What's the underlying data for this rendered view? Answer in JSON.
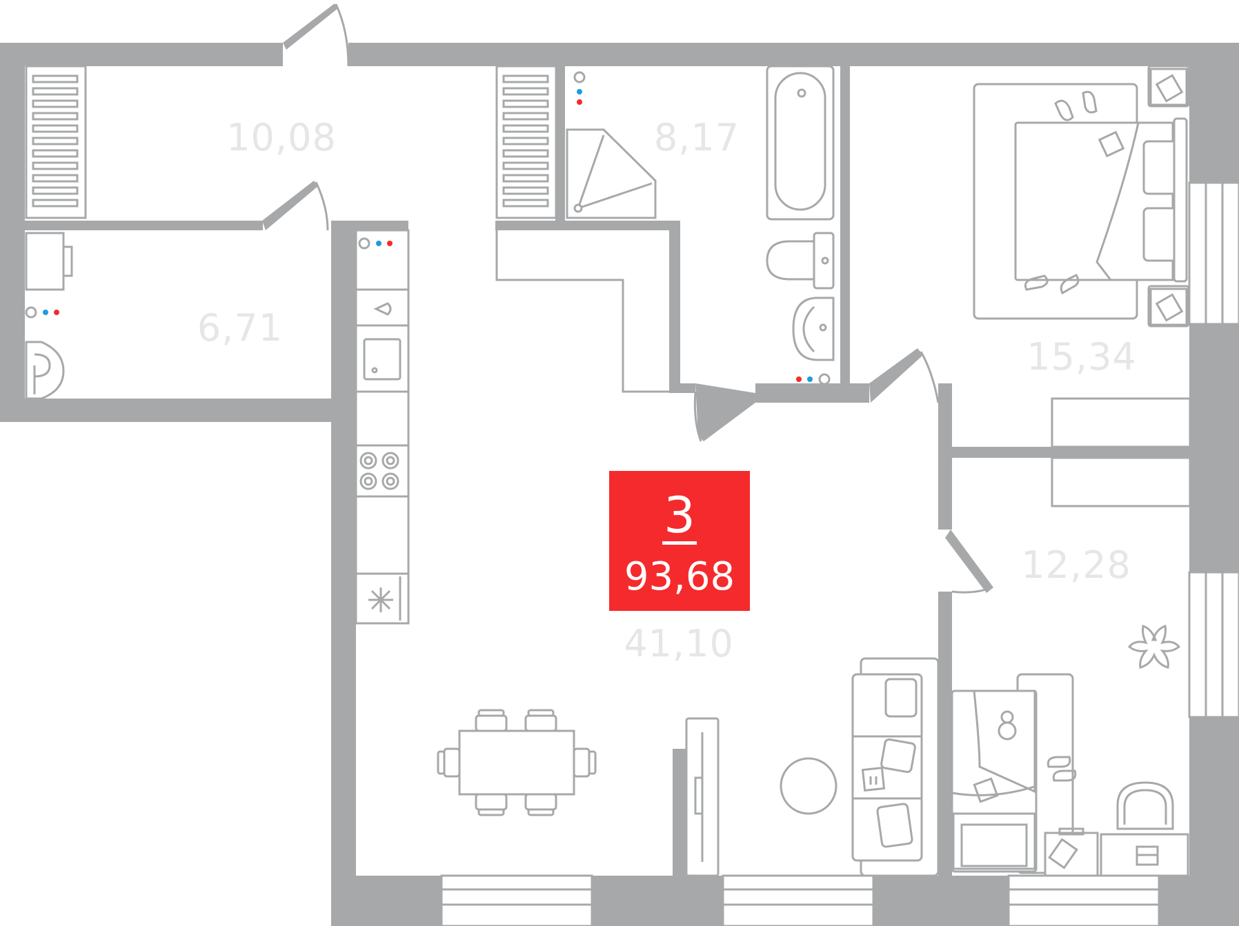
{
  "apartment": {
    "rooms_count": "3",
    "total_area": "93,68",
    "badge_color": "#f52a2d"
  },
  "rooms": {
    "hall": "10,08",
    "bathroom_small": "6,71",
    "bathroom_large": "8,17",
    "bedroom": "15,34",
    "kids_room": "12,28",
    "living_kitchen": "41,10"
  },
  "colors": {
    "walls": "#a7a8aa",
    "area_labels": "#e6e6e6",
    "cold_water": "#1e9be0",
    "hot_water": "#f52a2d"
  }
}
